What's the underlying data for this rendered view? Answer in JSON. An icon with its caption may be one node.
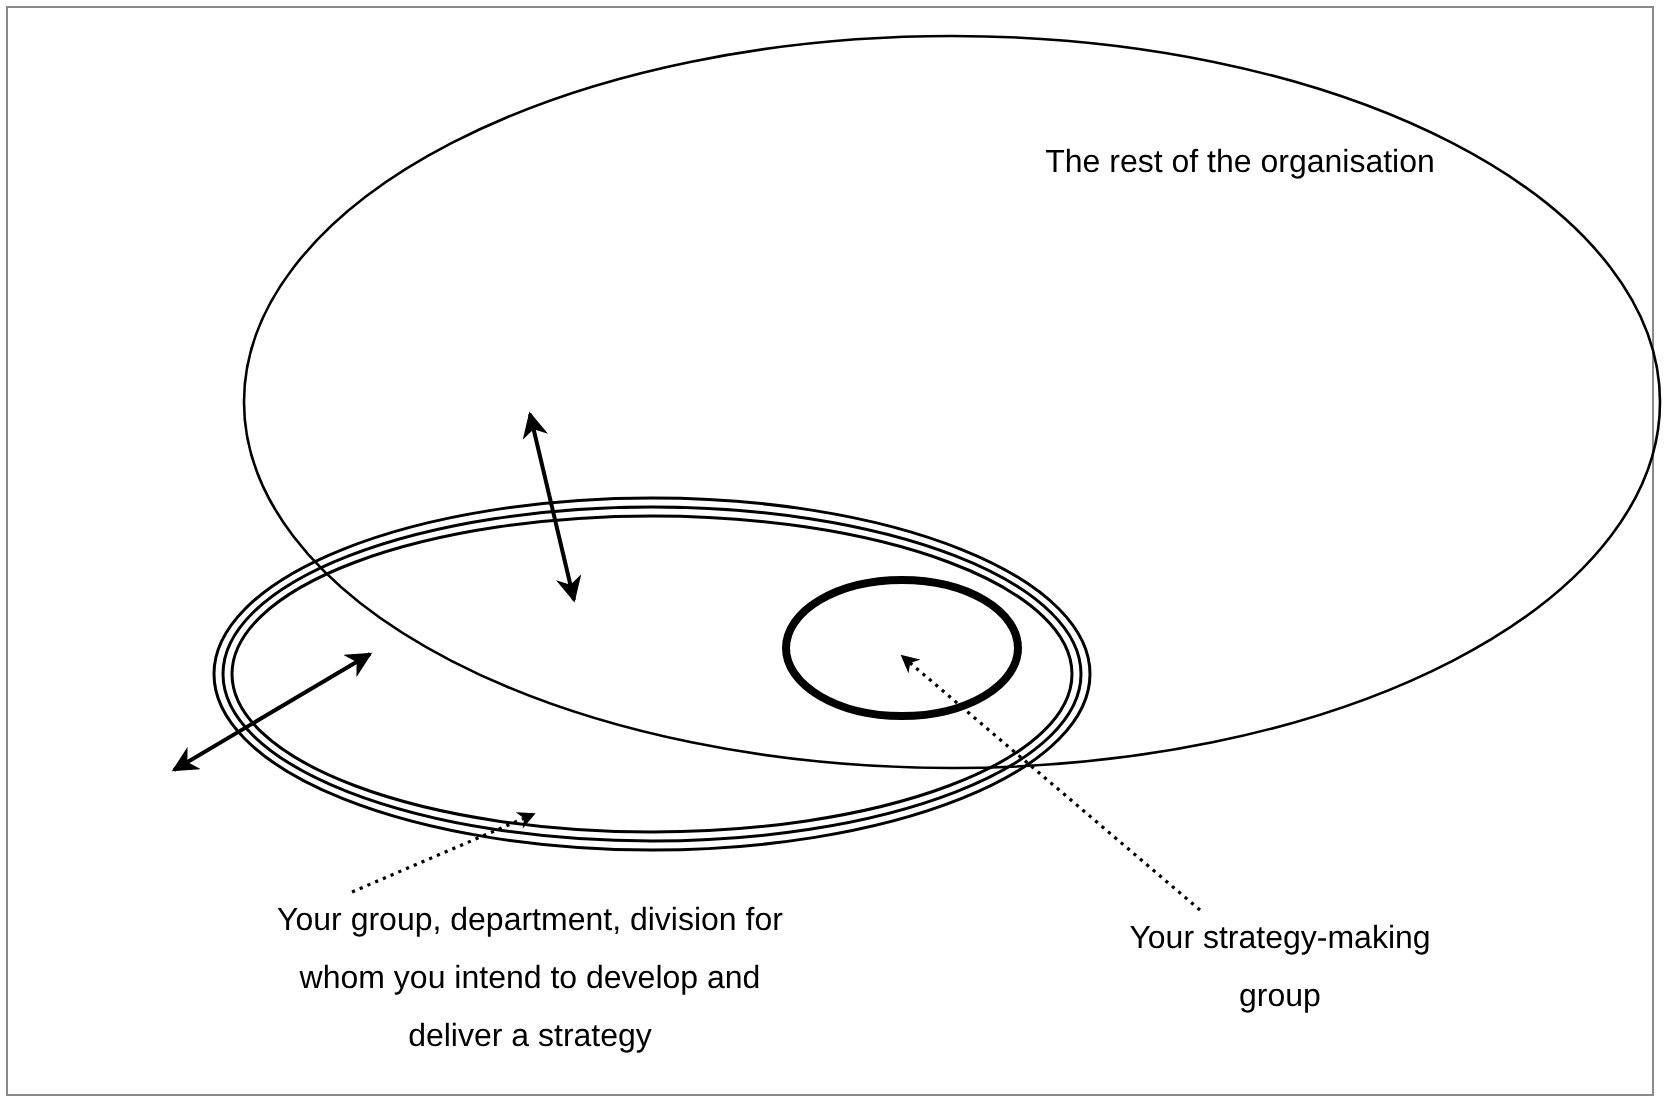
{
  "diagram": {
    "nodes": [
      {
        "text": [
          "The rest of the organisation"
        ]
      },
      {
        "text": [],
        "shape": "ellipse"
      },
      {
        "text": [],
        "shape": "ellipse"
      },
      {
        "text": [
          "Your group, department, division for whom you intend to develop and deliver a strategy"
        ]
      },
      {
        "text": [
          "Your strategy-making group"
        ]
      }
    ],
    "edges": [
      {
        "from": 0,
        "to": 1,
        "arrow": "both"
      },
      {
        "from": null,
        "to": 1,
        "arrow": "both"
      },
      {
        "from": 3,
        "to": 1,
        "arrow": "to",
        "style": "dashed"
      },
      {
        "from": 4,
        "to": 2,
        "arrow": "to",
        "style": "dashed"
      }
    ]
  }
}
